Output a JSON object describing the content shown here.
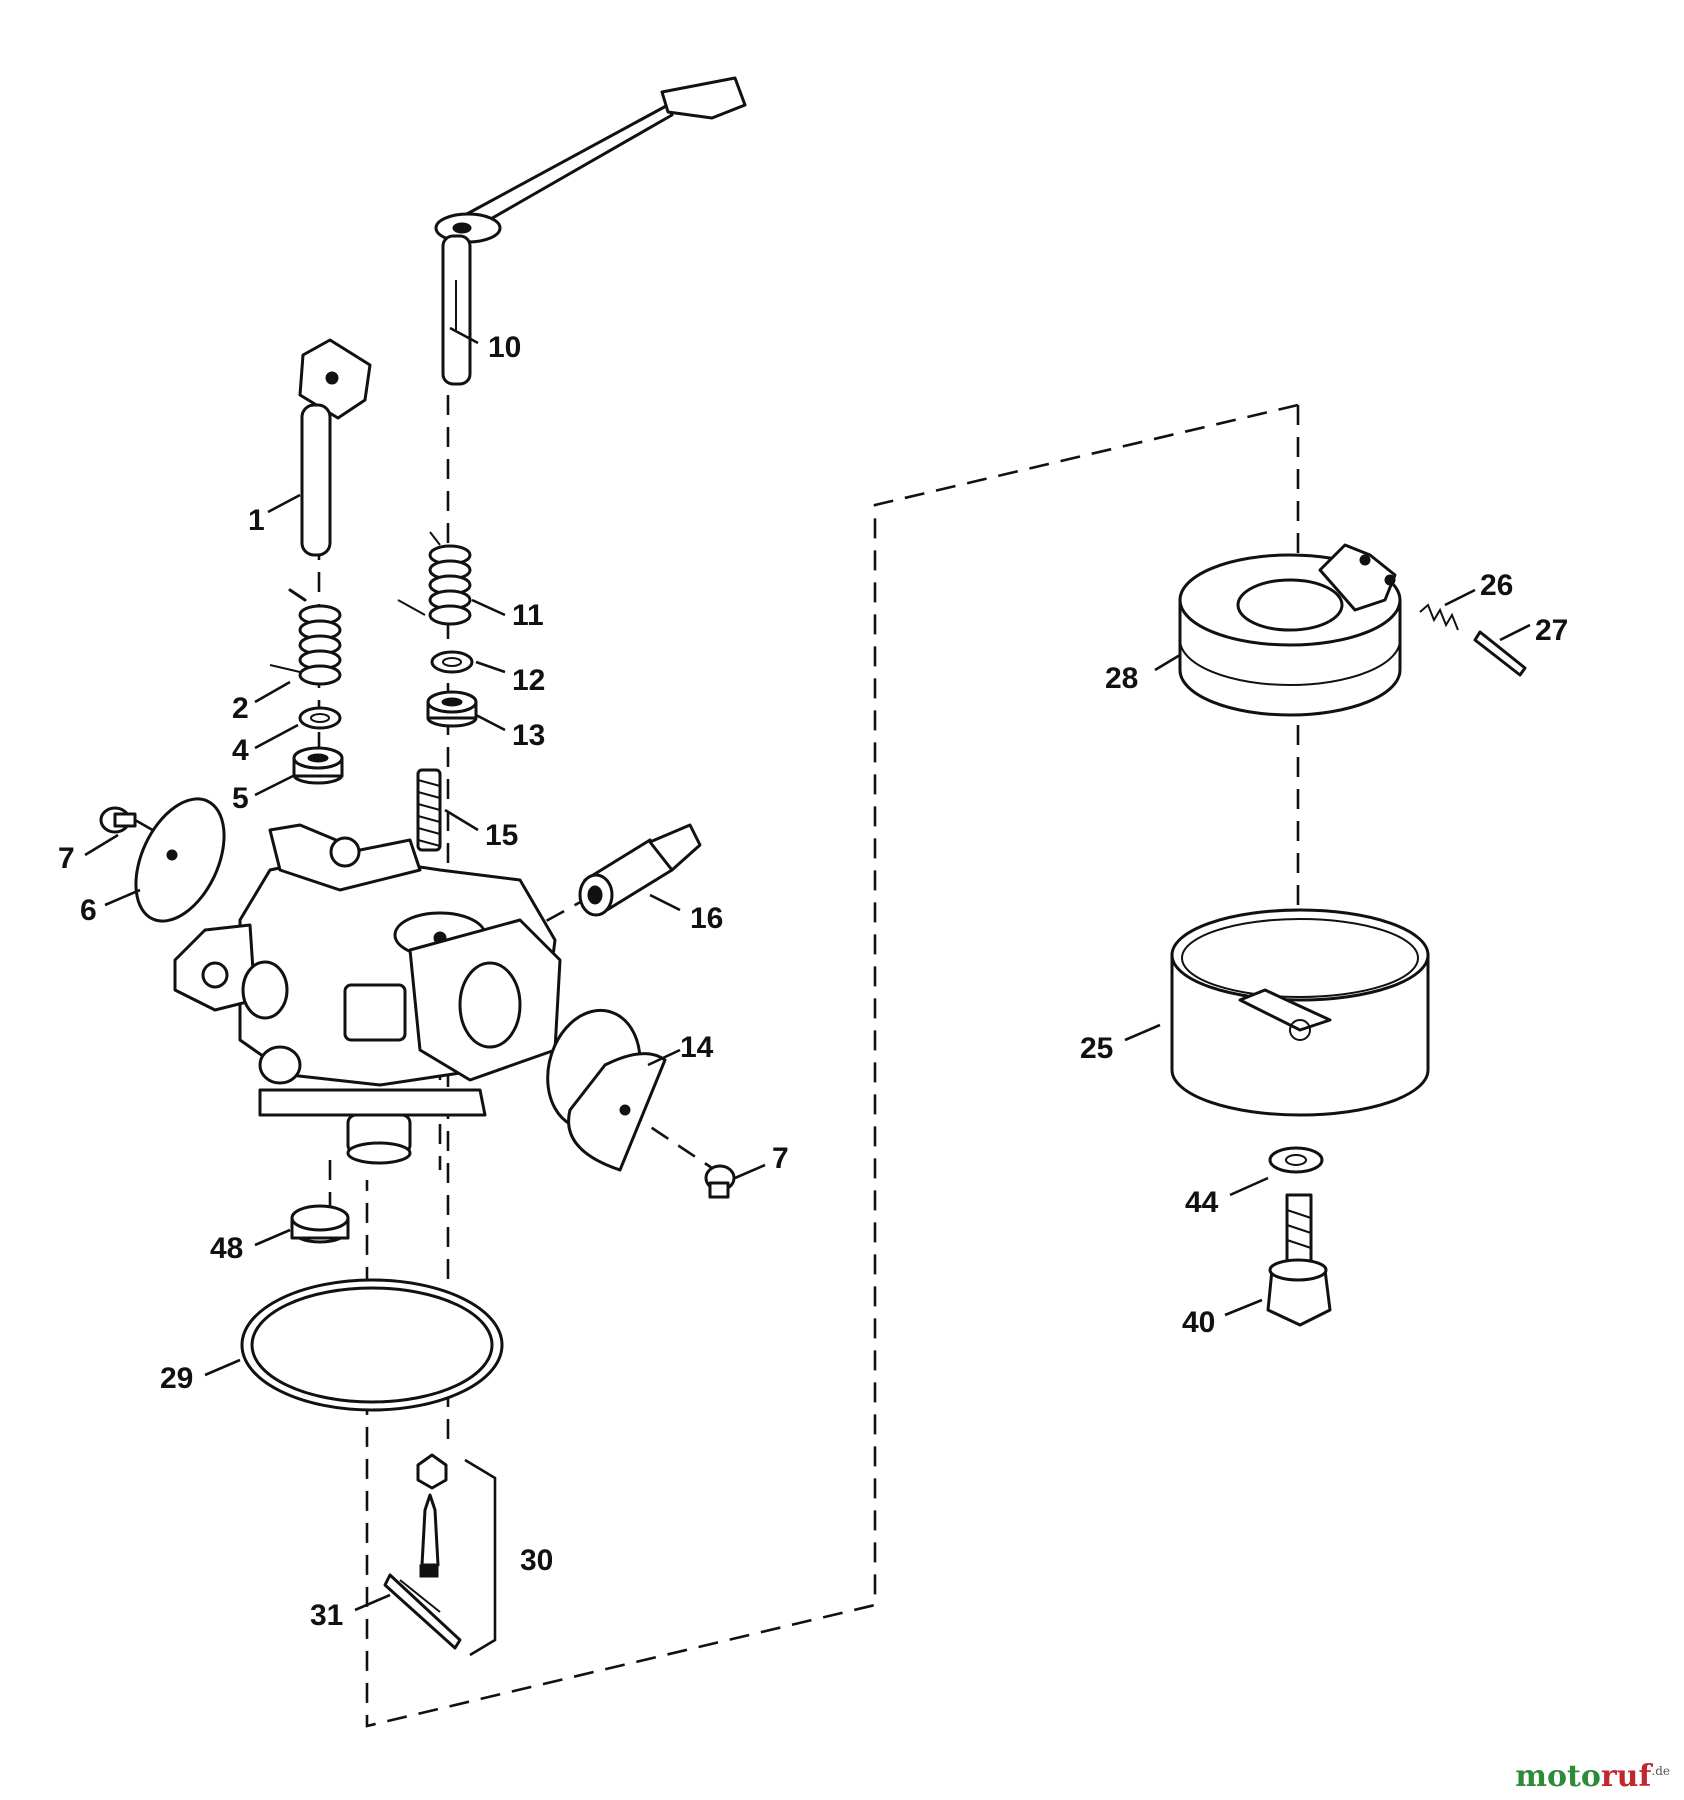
{
  "callouts": {
    "c1": "1",
    "c2": "2",
    "c4": "4",
    "c5": "5",
    "c6": "6",
    "c7a": "7",
    "c7b": "7",
    "c10": "10",
    "c11": "11",
    "c12": "12",
    "c13": "13",
    "c14": "14",
    "c15": "15",
    "c16": "16",
    "c25": "25",
    "c26": "26",
    "c27": "27",
    "c28": "28",
    "c29": "29",
    "c30": "30",
    "c31": "31",
    "c40": "40",
    "c44": "44",
    "c48": "48"
  },
  "watermark": {
    "brand_a": "moto",
    "brand_b": "ruf",
    "suffix": ".de"
  }
}
